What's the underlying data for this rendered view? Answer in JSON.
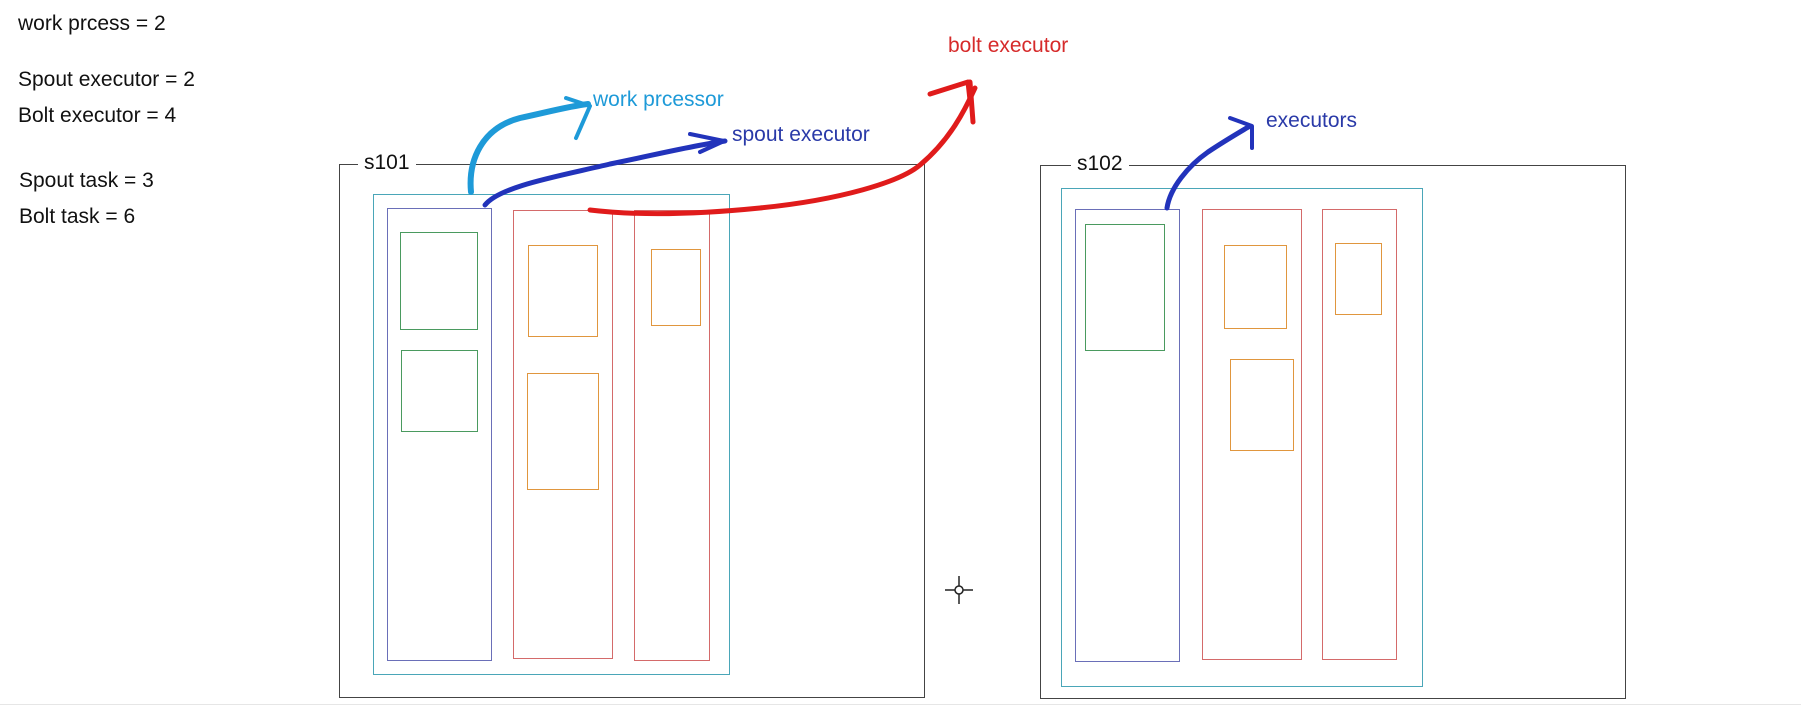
{
  "stats": {
    "work_process": "work prcess = 2",
    "spout_executor": "Spout executor = 2",
    "bolt_executor": "Bolt executor = 4",
    "spout_task": "Spout task = 3",
    "bolt_task": "Bolt task = 6"
  },
  "annotations": {
    "bolt_executor": "bolt executor",
    "work_processor": "work prcessor",
    "spout_executor": "spout executor",
    "executors": "executors"
  },
  "servers": {
    "s101": {
      "title": "s101"
    },
    "s102": {
      "title": "s102"
    }
  },
  "colors": {
    "worker": "#4aa6b8",
    "spout_executor_box": "#6a6fb8",
    "bolt_executor_box": "#d46a6a",
    "spout_task_box": "#4a9a5f",
    "bolt_task_box": "#e0963e",
    "ink_red": "#e01b1b",
    "ink_light_blue": "#1e9ad8",
    "ink_dark_blue": "#2233bb"
  },
  "icons": {
    "cursor": "crosshair-cursor-icon"
  }
}
